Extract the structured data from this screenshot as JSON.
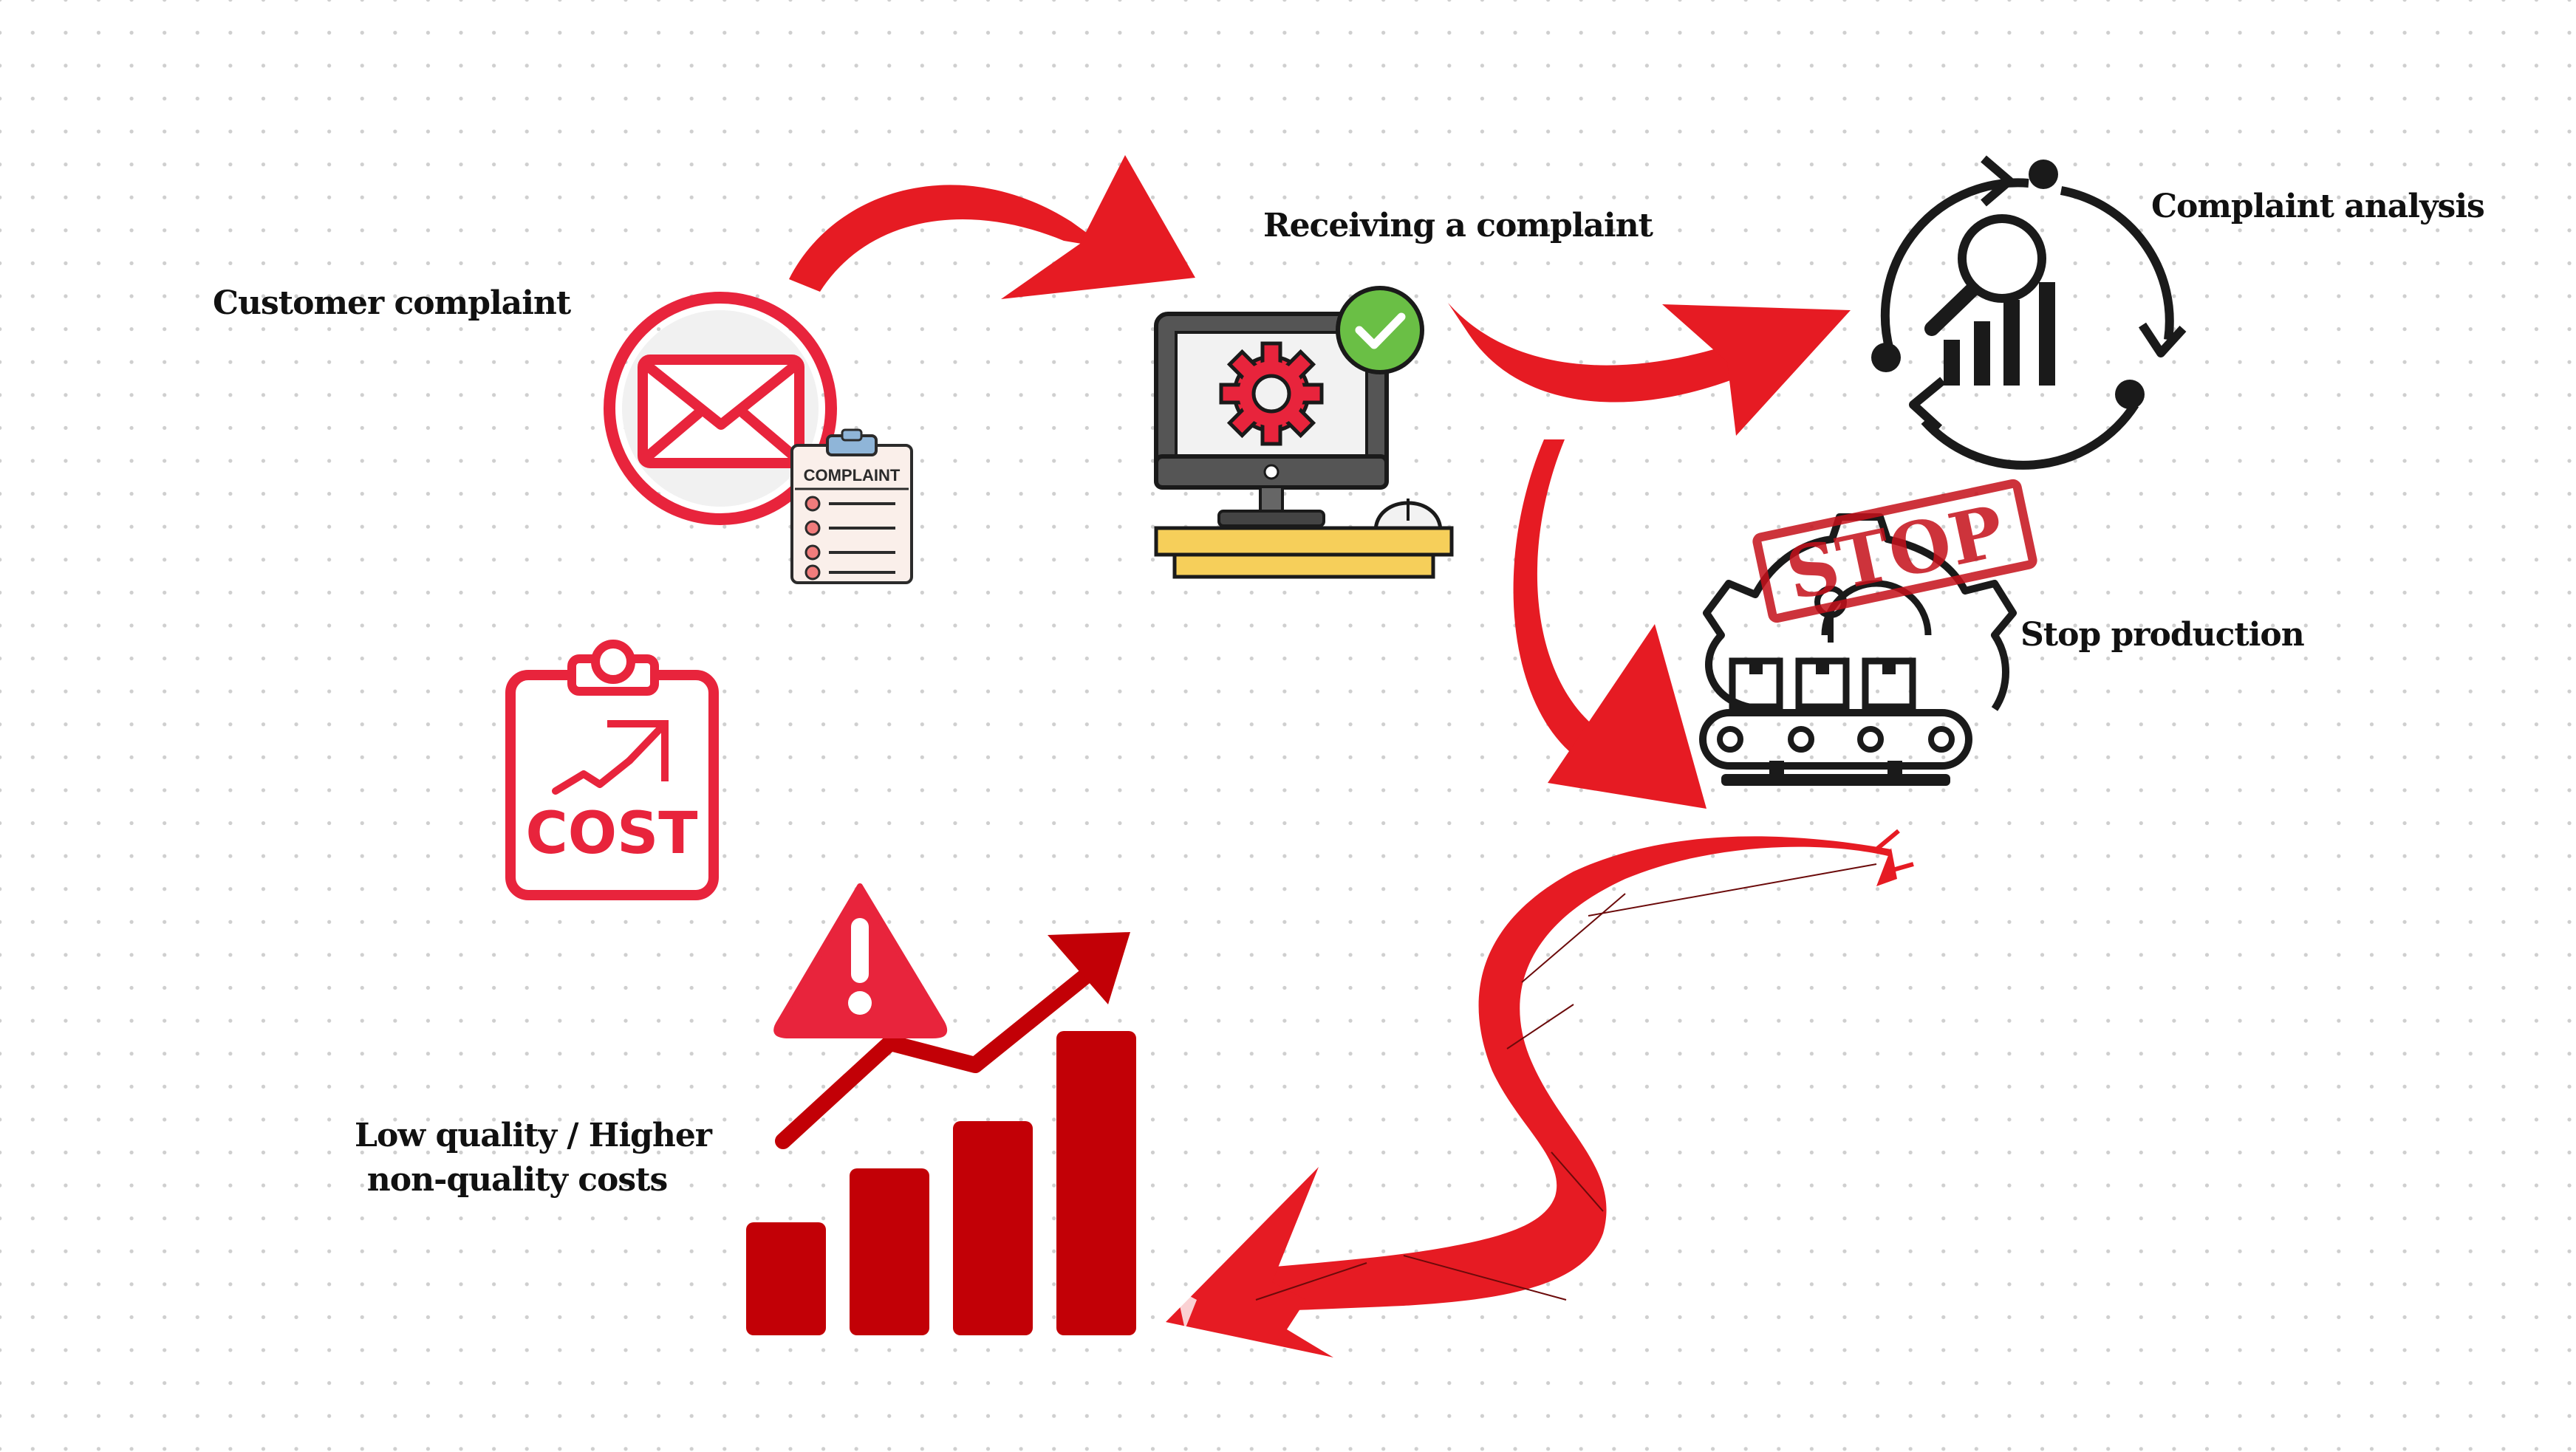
{
  "steps": {
    "customer_complaint": "Customer complaint",
    "receiving_complaint": "Receiving a complaint",
    "complaint_analysis": "Complaint analysis",
    "stop_production": "Stop production",
    "low_quality_line1": "Low quality / Higher",
    "low_quality_line2": "non-quality costs"
  },
  "icon_text": {
    "complaint_tag": "COMPLAINT",
    "stop_stamp": "STOP",
    "cost_text": "COST"
  },
  "colors": {
    "arrow_red": "#e61b23",
    "bar_red": "#c20006",
    "accent_red": "#e8243c",
    "icon_dark": "#1a1a1a",
    "check_green": "#6abf45",
    "desk_yellow": "#f6cf5a"
  }
}
